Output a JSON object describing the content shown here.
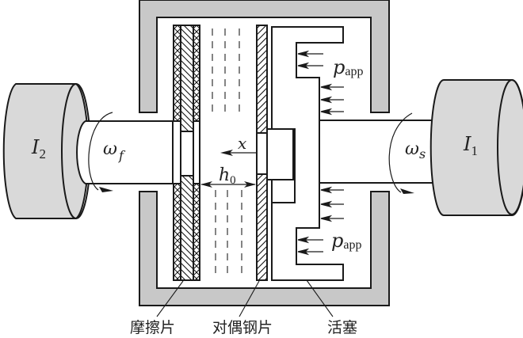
{
  "diagram": {
    "type": "wet clutch schematic",
    "components": {
      "flywheel_left": {
        "symbol": "I",
        "subscript": "2"
      },
      "flywheel_right": {
        "symbol": "I",
        "subscript": "1"
      },
      "omega_left": {
        "symbol": "ω",
        "subscript": "f"
      },
      "omega_right": {
        "symbol": "ω",
        "subscript": "s"
      },
      "displacement": {
        "symbol": "x"
      },
      "gap": {
        "symbol": "h",
        "subscript": "0"
      },
      "pressure_top": {
        "symbol": "p",
        "subscript": "app"
      },
      "pressure_bottom": {
        "symbol": "p",
        "subscript": "app"
      }
    },
    "callouts": {
      "friction_plate": "摩擦片",
      "steel_plate": "对偶钢片",
      "piston": "活塞"
    },
    "colors": {
      "housing_fill": "#c8c8c8",
      "flywheel_fill": "#d9d9d9",
      "line": "#1a1a1a",
      "background": "#ffffff"
    }
  }
}
